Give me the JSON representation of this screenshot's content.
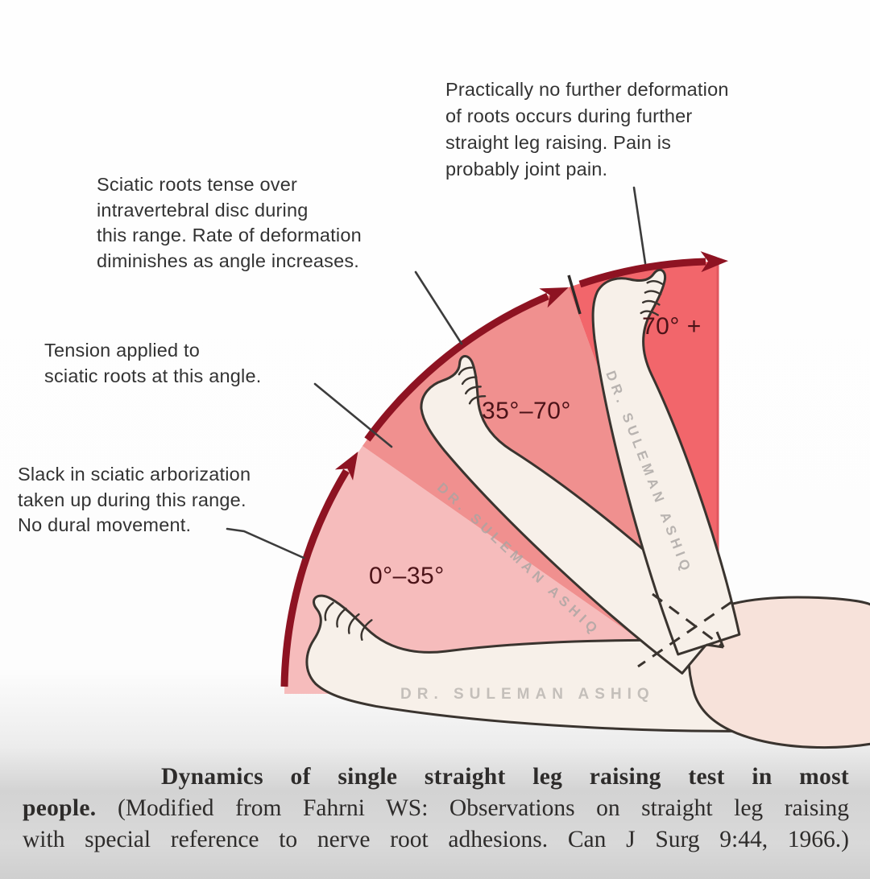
{
  "figure": {
    "annotations": {
      "no_further_deformation": {
        "lines": [
          "Practically no further deformation",
          "of roots occurs during further",
          "straight leg raising. Pain is",
          "probably joint pain."
        ]
      },
      "roots_tense": {
        "lines": [
          "Sciatic roots tense over",
          "intravertebral disc during",
          "this range. Rate of deformation",
          "diminishes as angle increases."
        ]
      },
      "tension_applied": {
        "lines": [
          "Tension applied to",
          "sciatic roots at this angle."
        ]
      },
      "slack_taken_up": {
        "lines": [
          "Slack in sciatic arborization",
          "taken up during this range.",
          "No dural movement."
        ]
      }
    },
    "angle_labels": {
      "range1": "0°–35°",
      "range2": "35°–70°",
      "range3": "70° +"
    },
    "watermark_text": "DR. SULEMAN ASHIQ",
    "colors": {
      "sector_0_35": "#f6bcbc",
      "sector_35_70": "#f0908f",
      "sector_70_plus": "#f2666b",
      "arc": "#8e1322",
      "right_edge": "#e0565e",
      "leg_fill": "#f7f0e9",
      "body_fill": "#f7e2da",
      "outline": "#3a342f",
      "label_color": "#4c1318"
    }
  },
  "caption": {
    "line1_bold": "Dynamics of single straight leg raising test in most",
    "line2_bold": "people.",
    "line2_regular": " (Modified from Fahrni WS: Observations on straight leg raising",
    "line3_regular": "with special reference to nerve root adhesions. Can J Surg 9:44, 1966.)"
  }
}
